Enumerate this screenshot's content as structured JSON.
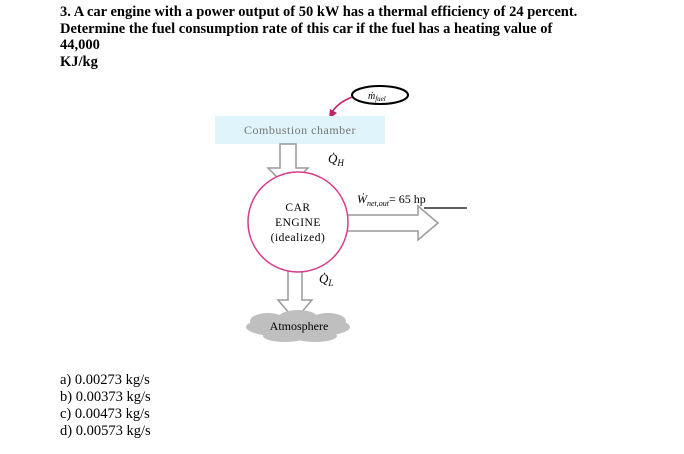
{
  "question": {
    "line1": "3. A car engine with a power output of 50 kW has a thermal efficiency of 24 percent.",
    "line2": "Determine the fuel consumption rate of this car if the fuel has a heating value of",
    "line3": "44,000",
    "line4": "KJ/kg"
  },
  "diagram": {
    "fuel_symbol": "ṁ",
    "fuel_subscript": "fuel",
    "combustion_chamber_label": "Combustion chamber",
    "heat_in_symbol": "Q̇",
    "heat_in_subscript": "H",
    "engine_label_line1": "CAR",
    "engine_label_line2": "ENGINE",
    "engine_label_line3": "(idealized)",
    "work_symbol": "Ẇ",
    "work_subscript": "net,out",
    "work_value": "= 65 hp",
    "heat_out_symbol": "Q̇",
    "heat_out_subscript": "L",
    "atmosphere_label": "Atmosphere",
    "colors": {
      "chamber_fill": "#dff4fb",
      "engine_circle": "#d83b8a",
      "fuel_arrow": "#c0206a",
      "arrow_fill": "#ffffff",
      "arrow_stroke": "#9a9a9a",
      "cloud_fill": "#bfbfbf"
    }
  },
  "options": [
    "a) 0.00273 kg/s",
    "b) 0.00373 kg/s",
    "c) 0.00473 kg/s",
    "d) 0.00573 kg/s"
  ]
}
